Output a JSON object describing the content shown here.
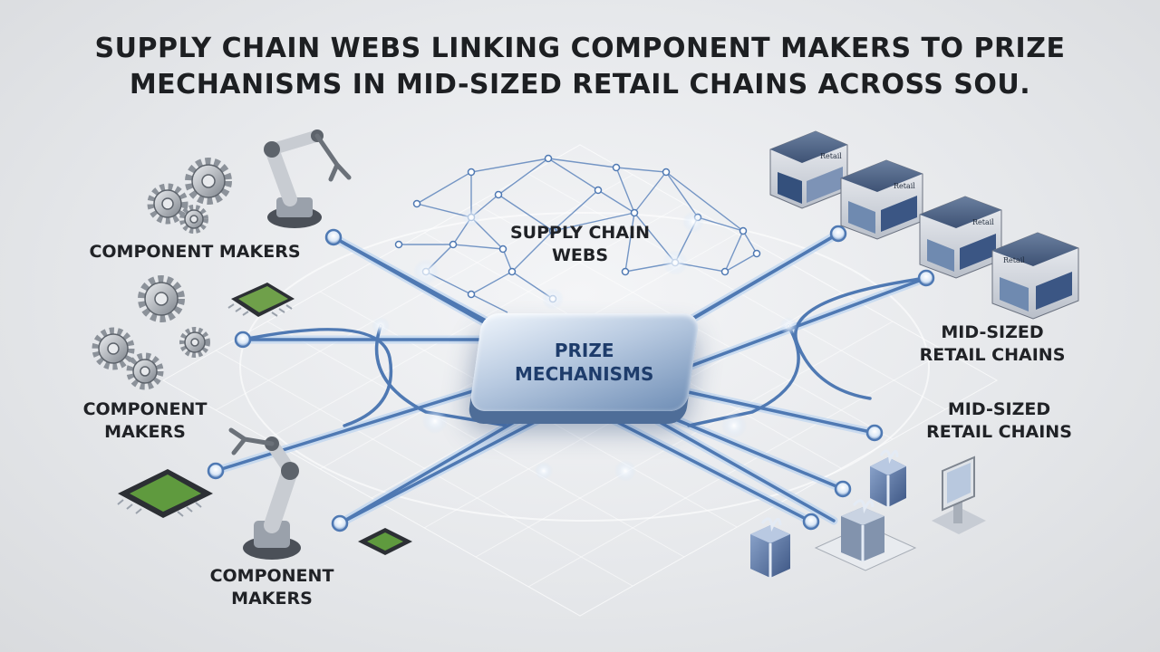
{
  "title": {
    "line1": "SUPPLY CHAIN WEBS LINKING COMPONENT MAKERS TO PRIZE",
    "line2": "MECHANISMS IN MID-SIZED RETAIL CHAINS ACROSS SOU."
  },
  "labels": {
    "web": {
      "line1": "SUPPLY CHAIN",
      "line2": "WEBS"
    },
    "hub": {
      "line1": "PRIZE",
      "line2": "MECHANISMS"
    },
    "component_makers_1": "COMPONENT MAKERS",
    "component_makers_2": {
      "line1": "COMPONENT",
      "line2": "MAKERS"
    },
    "component_makers_3": {
      "line1": "COMPONENT",
      "line2": "MAKERS"
    },
    "retail_1": {
      "line1": "MID-SIZED",
      "line2": "RETAIL CHAINS"
    },
    "retail_2": {
      "line1": "MID-SIZED",
      "line2": "RETAIL CHAINS"
    },
    "store_sign": "Retail"
  },
  "icons": [
    "gear-icon",
    "robot-arm-icon",
    "microchip-icon",
    "storefront-icon",
    "gift-box-icon",
    "kiosk-icon"
  ],
  "colors": {
    "line": "#4f79b3",
    "glow": "#9fc4ef",
    "hub": "#6f8eb6",
    "text": "#1d1f22"
  }
}
